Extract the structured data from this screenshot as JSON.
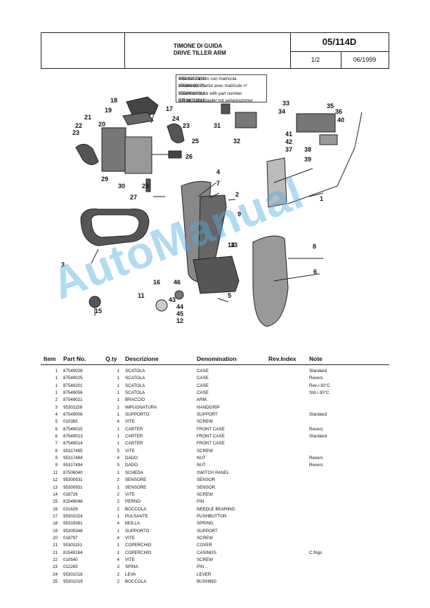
{
  "header": {
    "title_it": "TIMONE DI GUIDA",
    "title_en": "DRIVE TILLER ARM",
    "code": "05/114D",
    "page": "1/2",
    "date": "06/1999"
  },
  "diagram": {
    "serial_note": [
      {
        "text": "Vale dal carrello con matricola",
        "num": "87596257315"
      },
      {
        "text": "Valable du chariot avec matricule n°",
        "num": "87596060071"
      },
      {
        "text": "Valid from truck with part number",
        "num": "87596013013"
      },
      {
        "text": "Gilt ab Gabelstapler mit seriennummer",
        "num": "87596022022"
      }
    ],
    "callouts": [
      "18",
      "19",
      "17",
      "21",
      "20",
      "22",
      "23",
      "24",
      "23",
      "25",
      "26",
      "29",
      "30",
      "28",
      "27",
      "4",
      "7",
      "2",
      "9",
      "1",
      "3",
      "8",
      "6",
      "5",
      "13",
      "12",
      "45",
      "44",
      "43",
      "14",
      "11",
      "15",
      "16",
      "46",
      "31",
      "32",
      "33",
      "34",
      "35",
      "36",
      "40",
      "41",
      "42",
      "37",
      "38",
      "39"
    ],
    "watermark": "AutoManual"
  },
  "table": {
    "headers": {
      "item": "Item",
      "part": "Part No.",
      "qty": "Q.ty",
      "desc": "Descrizione",
      "den": "Denomination",
      "rev": "Rev.Index",
      "note": "Note"
    },
    "rows": [
      {
        "item": "1",
        "part": "87549026",
        "qty": "1",
        "desc": "SCATOLA",
        "den": "CASE",
        "rev": "",
        "note": "Standard"
      },
      {
        "item": "1",
        "part": "87549025",
        "qty": "1",
        "desc": "SCATOLA",
        "den": "CASE",
        "rev": "",
        "note": "Revers"
      },
      {
        "item": "1",
        "part": "87549201",
        "qty": "1",
        "desc": "SCATOLA",
        "den": "CASE",
        "rev": "",
        "note": "Rev./-30°C"
      },
      {
        "item": "1",
        "part": "87549056",
        "qty": "1",
        "desc": "SCATOLA",
        "den": "CASE",
        "rev": "",
        "note": "Std./-30°C"
      },
      {
        "item": "2",
        "part": "87549021",
        "qty": "1",
        "desc": "BRACCIO",
        "den": "ARM.",
        "rev": "",
        "note": ""
      },
      {
        "item": "3",
        "part": "95301158",
        "qty": "1",
        "desc": "IMPUGNATURA",
        "den": "HANDGRIP",
        "rev": "",
        "note": ""
      },
      {
        "item": "4",
        "part": "87549006",
        "qty": "1",
        "desc": "SUPPORTO",
        "den": "SUPPORT",
        "rev": "",
        "note": "Standard"
      },
      {
        "item": "5",
        "part": "010365",
        "qty": "4",
        "desc": "VITE",
        "den": "SCREW",
        "rev": "",
        "note": ""
      },
      {
        "item": "6",
        "part": "87549015",
        "qty": "1",
        "desc": "CARTER",
        "den": "FRONT CASE",
        "rev": "",
        "note": "Revers"
      },
      {
        "item": "6",
        "part": "87549013",
        "qty": "1",
        "desc": "CARTER",
        "den": "FRONT CASE",
        "rev": "",
        "note": "Standard"
      },
      {
        "item": "7",
        "part": "87549014",
        "qty": "1",
        "desc": "CARTER",
        "den": "FRONT CASE",
        "rev": "",
        "note": ""
      },
      {
        "item": "8",
        "part": "95317495",
        "qty": "5",
        "desc": "VITE",
        "den": "SCREW",
        "rev": "",
        "note": ""
      },
      {
        "item": "9",
        "part": "95317494",
        "qty": "4",
        "desc": "DADO",
        "den": "NUT",
        "rev": "",
        "note": "Revers"
      },
      {
        "item": "9",
        "part": "95317494",
        "qty": "5",
        "desc": "DADO",
        "den": "NUT",
        "rev": "",
        "note": "Revers"
      },
      {
        "item": "11",
        "part": "87506040",
        "qty": "1",
        "desc": "SCHEDA",
        "den": "SWITCH PANEL",
        "rev": "",
        "note": ""
      },
      {
        "item": "12",
        "part": "95300931",
        "qty": "2",
        "desc": "SENSORE",
        "den": "SENSOR",
        "rev": "",
        "note": ""
      },
      {
        "item": "13",
        "part": "95300931",
        "qty": "1",
        "desc": "SENSORE",
        "den": "SENSOR",
        "rev": "",
        "note": ""
      },
      {
        "item": "14",
        "part": "018726",
        "qty": "2",
        "desc": "VITE",
        "den": "SCREW",
        "rev": "",
        "note": ""
      },
      {
        "item": "15",
        "part": "81549048",
        "qty": "2",
        "desc": "PERNO",
        "den": "PIN",
        "rev": "",
        "note": ""
      },
      {
        "item": "16",
        "part": "021628",
        "qty": "2",
        "desc": "BOCCOLA",
        "den": "NEEDLE BEARING.",
        "rev": "",
        "note": ""
      },
      {
        "item": "17",
        "part": "95301024",
        "qty": "1",
        "desc": "PULSANTE",
        "den": "PUSHBUTTON",
        "rev": "",
        "note": ""
      },
      {
        "item": "18",
        "part": "95319381",
        "qty": "4",
        "desc": "MOLLA",
        "den": "SPRING",
        "rev": "",
        "note": ""
      },
      {
        "item": "19",
        "part": "95305346",
        "qty": "1",
        "desc": "SUPPORTO",
        "den": "SUPPORT",
        "rev": "",
        "note": ""
      },
      {
        "item": "20",
        "part": "018797",
        "qty": "4",
        "desc": "VITE",
        "den": "SCREW",
        "rev": "",
        "note": ""
      },
      {
        "item": "21",
        "part": "95301151",
        "qty": "1",
        "desc": "COPERCHIO",
        "den": "COVER",
        "rev": "",
        "note": ""
      },
      {
        "item": "21",
        "part": "81549164",
        "qty": "1",
        "desc": "COPERCHIO",
        "den": "CASINGS",
        "rev": "",
        "note": "C.frigo"
      },
      {
        "item": "22",
        "part": "010540",
        "qty": "4",
        "desc": "VITE",
        "den": "SCREW",
        "rev": "",
        "note": ""
      },
      {
        "item": "23",
        "part": "012265",
        "qty": "3",
        "desc": "SPINA",
        "den": "PIN ..",
        "rev": "",
        "note": ""
      },
      {
        "item": "24",
        "part": "95301018",
        "qty": "2",
        "desc": "LEVA",
        "den": "LEVER",
        "rev": "",
        "note": ""
      },
      {
        "item": "25",
        "part": "95301019",
        "qty": "2",
        "desc": "BOCCOLA",
        "den": "BUSHING",
        "rev": "",
        "note": ""
      }
    ]
  }
}
